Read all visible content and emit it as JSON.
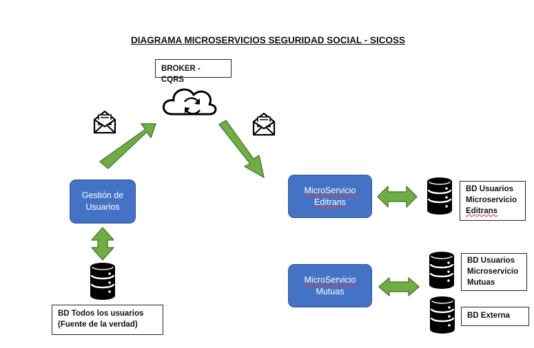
{
  "title": "DIAGRAMA MICROSERVICIOS SEGURIDAD SOCIAL - SICOSS",
  "broker": {
    "label": "BROKER - CQRS",
    "icon": "cloud-sync-icon"
  },
  "message_icon": "envelope-letter-icon",
  "database_icon": "database-icon",
  "services": {
    "gestion": {
      "line1": "Gestión de",
      "line2": "Usuarios"
    },
    "editrans": {
      "line1": "MicroServicio",
      "line2": "Editrans"
    },
    "mutuas": {
      "line1": "MicroServicio",
      "line2": "Mutuas"
    }
  },
  "databases": {
    "todos": {
      "line1": "BD Todos los usuarios",
      "line2": "(Fuente de la verdad)"
    },
    "editrans": {
      "line1": "BD Usuarios",
      "line2": "Microservicio",
      "line3": "Editrans"
    },
    "mutuas": {
      "line1": "BD Usuarios",
      "line2": "Microservicio",
      "line3": "Mutuas"
    },
    "externa": {
      "line1": "BD Externa"
    }
  },
  "colors": {
    "service_fill": "#4472C4",
    "service_border": "#2F528F",
    "arrow_fill": "#70AD47",
    "arrow_border": "#507E32",
    "icon": "#000000"
  }
}
